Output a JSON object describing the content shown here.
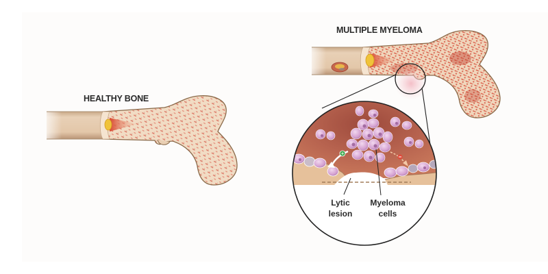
{
  "figure": {
    "healthy": {
      "title": "HEALTHY BONE"
    },
    "myeloma": {
      "title": "MULTIPLE MYELOMA",
      "inset": {
        "labels": [
          {
            "line1": "Lytic",
            "line2": "lesion"
          },
          {
            "line1": "Myeloma",
            "line2": "cells"
          }
        ],
        "markers": [
          {
            "name": "stimulation",
            "symbol": "+",
            "color": "#3aa64a"
          },
          {
            "name": "inhibition",
            "symbol": "−",
            "color": "#e04a3a"
          }
        ]
      }
    }
  },
  "colors": {
    "bone_shaft": "#e9cfb3",
    "bone_outline": "#8a6a4a",
    "trabecular": "#d9473a",
    "marrow_bg": "#b96450",
    "myeloma_cell": "#d8a7d4",
    "cell_nucleus": "#8b4f8a",
    "lesion_glow": "#f6c9cf"
  }
}
